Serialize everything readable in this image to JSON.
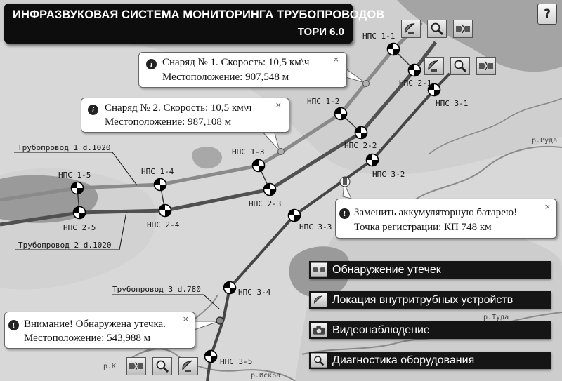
{
  "header": {
    "title": "ИНФРАЗВУКОВАЯ СИСТЕМА МОНИТОРИНГА ТРУБОПРОВОДОВ",
    "subtitle": "ТОРИ 6.0",
    "help_label": "?"
  },
  "nodes": [
    {
      "id": "nps-1-1",
      "label": "НПС 1-1"
    },
    {
      "id": "nps-2-1",
      "label": "НПС 2-1"
    },
    {
      "id": "nps-3-1",
      "label": "НПС 3-1"
    },
    {
      "id": "nps-1-2",
      "label": "НПС 1-2"
    },
    {
      "id": "nps-2-2",
      "label": "НПС 2-2"
    },
    {
      "id": "nps-1-3",
      "label": "НПС 1-3"
    },
    {
      "id": "nps-3-2",
      "label": "НПС 3-2"
    },
    {
      "id": "nps-1-4",
      "label": "НПС 1-4"
    },
    {
      "id": "nps-1-5",
      "label": "НПС 1-5"
    },
    {
      "id": "nps-2-3",
      "label": "НПС 2-3"
    },
    {
      "id": "nps-2-4",
      "label": "НПС 2-4"
    },
    {
      "id": "nps-2-5",
      "label": "НПС 2-5"
    },
    {
      "id": "nps-3-3",
      "label": "НПС 3-3"
    },
    {
      "id": "nps-3-4",
      "label": "НПС 3-4"
    },
    {
      "id": "nps-3-5",
      "label": "НПС 3-5"
    }
  ],
  "pipelines": {
    "p1": "Трубопровод 1 d.1020",
    "p2": "Трубопровод 2 d.1020",
    "p3": "Трубопровод 3 d.780"
  },
  "rivers": {
    "ruda": "р.Руда",
    "tuda": "р.Туда",
    "iskra": "р.Искра",
    "k": "р.К"
  },
  "callouts": {
    "shell1": {
      "line1": "Снаряд № 1. Скорость: 10,5 км\\ч",
      "line2": "Местоположение: 907,548 м",
      "close": "×",
      "icon": "i"
    },
    "shell2": {
      "line1": "Снаряд № 2. Скорость: 10,5 км\\ч",
      "line2": "Местоположение: 987,108 м",
      "close": "×",
      "icon": "i"
    },
    "battery": {
      "line1": "Заменить аккумуляторную батарею!",
      "line2": "Точка регистрации: КП 748 км",
      "close": "×",
      "icon": "!"
    },
    "leak": {
      "line1": "Внимание! Обнаружена утечка.",
      "line2": "Местоположение: 543,988 м",
      "close": "×",
      "icon": "!"
    }
  },
  "menu": [
    {
      "id": "leak-detection",
      "label": "Обнаружение утечек",
      "icon": "pipe-break-icon"
    },
    {
      "id": "pig-location",
      "label": "Локация внутритрубных устройств",
      "icon": "satellite-icon"
    },
    {
      "id": "video",
      "label": "Видеонаблюдение",
      "icon": "camera-icon"
    },
    {
      "id": "diagnostics",
      "label": "Диагностика оборудования",
      "icon": "magnifier-icon"
    }
  ],
  "colors": {
    "title_bg": "#0d0d0d",
    "menu_bg": "#151515",
    "land": "#d6d6d6",
    "water": "#9a9a9a",
    "pipe_dark": "#454545",
    "pipe_light": "#828282"
  }
}
